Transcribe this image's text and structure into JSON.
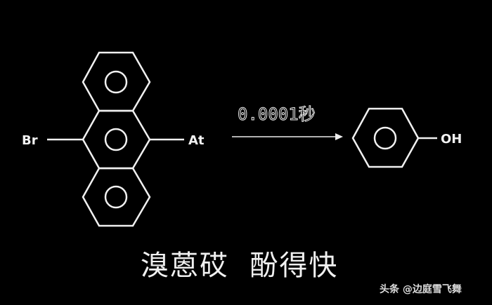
{
  "reactant": {
    "left_substituent": "Br",
    "right_substituent": "At"
  },
  "condition": "0.0001秒",
  "product": {
    "substituent": "OH"
  },
  "caption": "溴蒽砹  酚得快",
  "watermark": "头条 @边庭雪飞舞",
  "colors": {
    "background": "#000000",
    "foreground": "#f0f0f0"
  }
}
